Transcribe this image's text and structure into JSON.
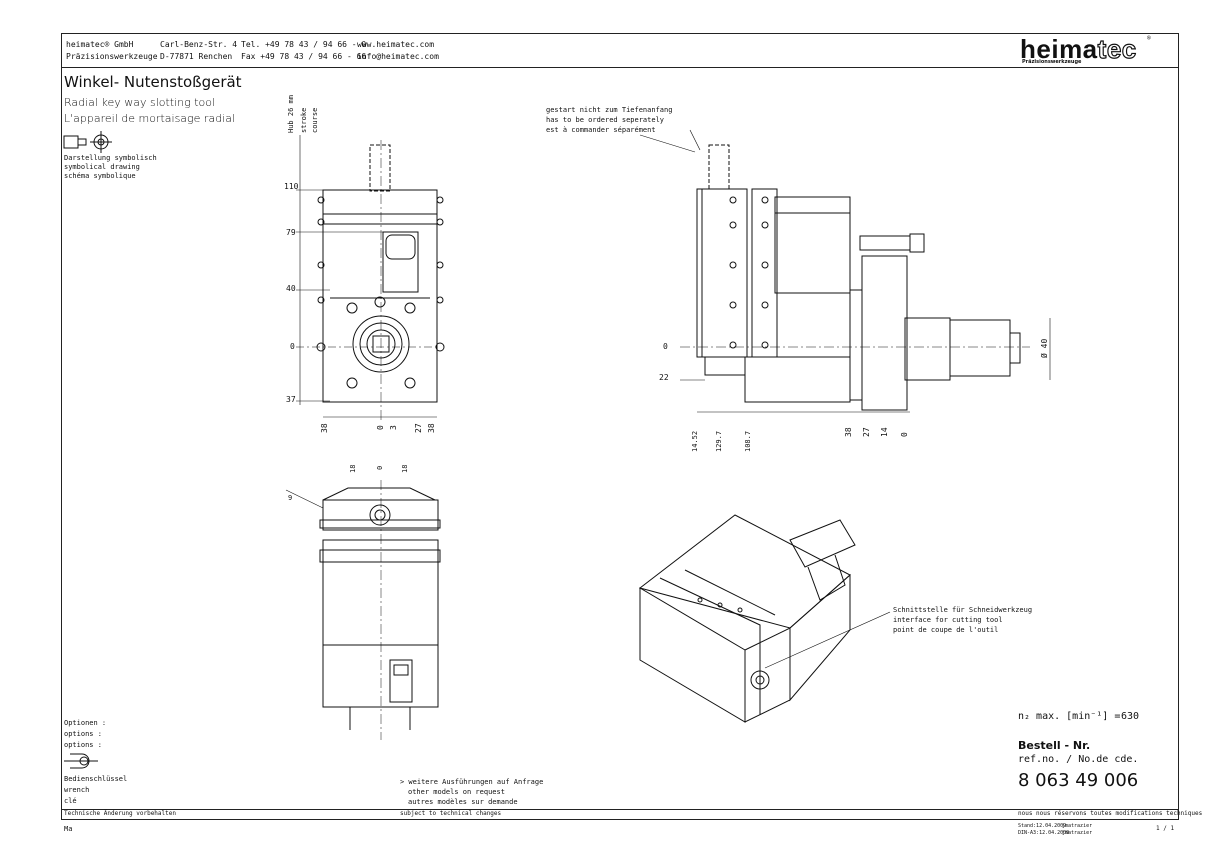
{
  "header": {
    "company": [
      "heimatec® GmbH",
      "Präzisionswerkzeuge"
    ],
    "address": [
      "Carl-Benz-Str. 4",
      "D-77871 Renchen"
    ],
    "phone": [
      "Tel. +49 78 43 / 94 66 - 0",
      "Fax +49 78 43 / 94 66 - 66"
    ],
    "web": [
      "www.heimatec.com",
      "info@heimatec.com"
    ],
    "logo_main": "heima",
    "logo_tec": "tec",
    "logo_reg": "®",
    "logo_sub": "Präzisionswerkzeuge"
  },
  "titles": {
    "de": "Winkel- Nutenstoßgerät",
    "en": "Radial key way slotting tool",
    "fr": "L'appareil de mortaisage radial"
  },
  "symbolic": [
    "Darstellung symbolisch",
    "symbolical drawing",
    "schéma symbolique"
  ],
  "stroke_label": [
    "Hub 26 mm",
    "stroke",
    "course"
  ],
  "note_depth": [
    "gestart nicht zum Tiefenanfang",
    "has to be ordered seperately",
    "est à commander séparément"
  ],
  "note_interface": [
    "Schnittstelle für Schneidwerkzeug",
    "interface for cutting tool",
    "point de coupe de l'outil"
  ],
  "front_dims": {
    "vertical": [
      "110",
      "79",
      "40",
      "0",
      "37"
    ],
    "horizontal": [
      "38",
      "0",
      "3",
      "27",
      "38"
    ]
  },
  "side_dims": {
    "vertical": [
      "0",
      "22"
    ],
    "horizontal_left": [
      "14.52",
      "129.7",
      "108.7"
    ],
    "horizontal_right": [
      "38",
      "27",
      "14",
      "0"
    ],
    "diameter": "Ø 40"
  },
  "top_dims": [
    "18",
    "0",
    "18",
    "9"
  ],
  "options": [
    "Optionen :",
    "options :",
    "options :"
  ],
  "wrench": [
    "Bedienschlüssel",
    "wrench",
    "clé"
  ],
  "more_models": [
    "> weitere Ausführungen auf Anfrage",
    "other models on request",
    "autres modèles sur demande"
  ],
  "footer": {
    "changes_de": "Technische Änderung vorbehalten",
    "changes_en": "subject to technical changes",
    "changes_fr": "nous nous réservons toutes modifications techniques",
    "ma": "Ma",
    "stand1": "Stand:12.04.2009",
    "stand2": "DIN-A3:12.04.2009",
    "name1": "jmatrazier",
    "name2": "jmatrazier",
    "page": "1 / 1"
  },
  "specs": {
    "speed_label": "n₂ max. [min⁻¹] =",
    "speed_value": "630",
    "order_label": "Bestell - Nr.",
    "order_sub": "ref.no. / No.de cde.",
    "order_number": "8 063 49 006"
  }
}
